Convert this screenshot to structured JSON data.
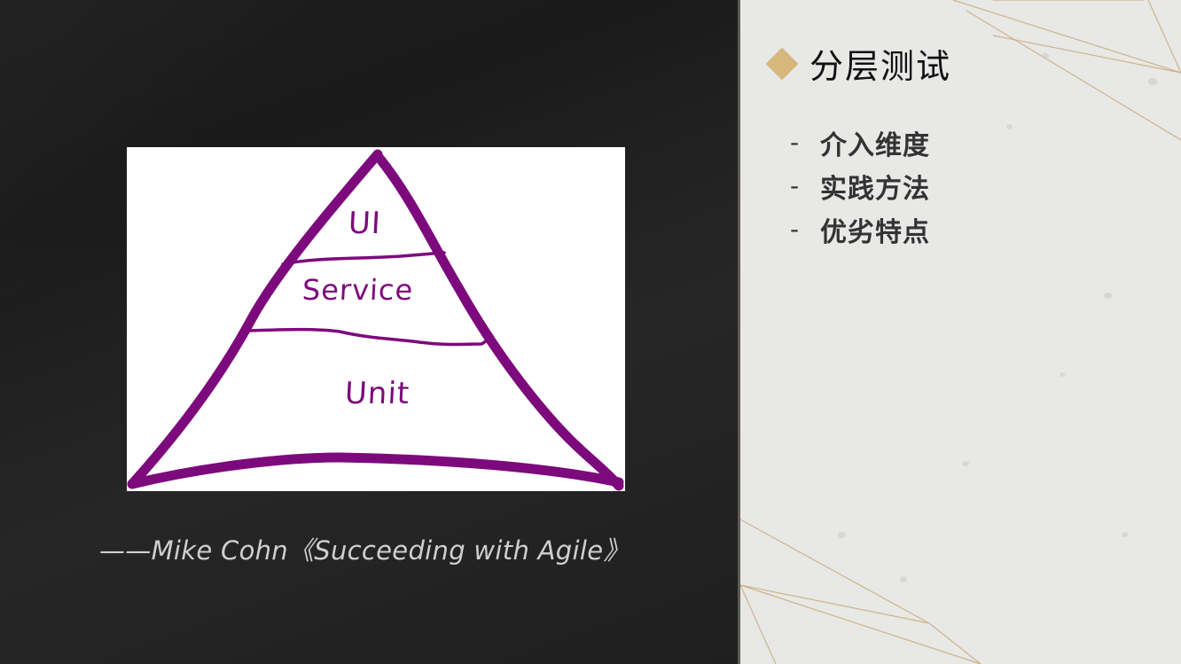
{
  "slide": {
    "title": "分层测试",
    "bullets": [
      {
        "dash": "-",
        "label": "介入维度"
      },
      {
        "dash": "-",
        "label": "实践方法"
      },
      {
        "dash": "-",
        "label": "优劣特点"
      }
    ],
    "icon": "diamond-bullet-icon",
    "accent_color": "#d6b77c"
  },
  "diagram": {
    "type": "test-pyramid",
    "stroke_color": "#7d0a7d",
    "layers": [
      {
        "label": "UI"
      },
      {
        "label": "Service"
      },
      {
        "label": "Unit"
      }
    ]
  },
  "citation": {
    "text": "——Mike Cohn《Succeeding with Agile》"
  },
  "colors": {
    "left_background": "#1f1f1f",
    "right_background": "#e8e8e7",
    "decorative_lines": "#cdb48a"
  }
}
